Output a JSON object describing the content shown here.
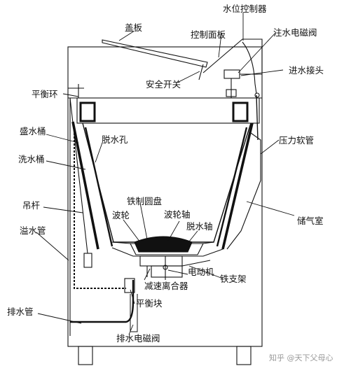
{
  "labels": {
    "lid": "盖板",
    "water_level_controller": "水位控制器",
    "control_panel": "控制面板",
    "inlet_valve": "注水电磁阀",
    "inlet_joint": "进水接头",
    "safety_switch": "安全开关",
    "balance_ring": "平衡环",
    "outer_tub": "盛水桶",
    "dewater_holes": "脱水孔",
    "wash_tub": "洗水桶",
    "pressure_hose": "压力软管",
    "suspension_rod": "吊杆",
    "cast_iron_disc": "铁制圆盘",
    "pulsator": "波轮",
    "pulsator_shaft": "波轮轴",
    "dewater_shaft": "脱水轴",
    "air_chamber": "储气室",
    "overflow_pipe": "溢水管",
    "motor": "电动机",
    "iron_bracket": "铁支架",
    "reduction_clutch": "减速离合器",
    "balance_block": "平衡块",
    "drain_pipe": "排水管",
    "drain_valve": "排水电磁阀"
  },
  "watermark": "知乎 @天下父母心",
  "colors": {
    "line": "#111111",
    "text": "#111111",
    "watermark": "#9a9a9a"
  }
}
